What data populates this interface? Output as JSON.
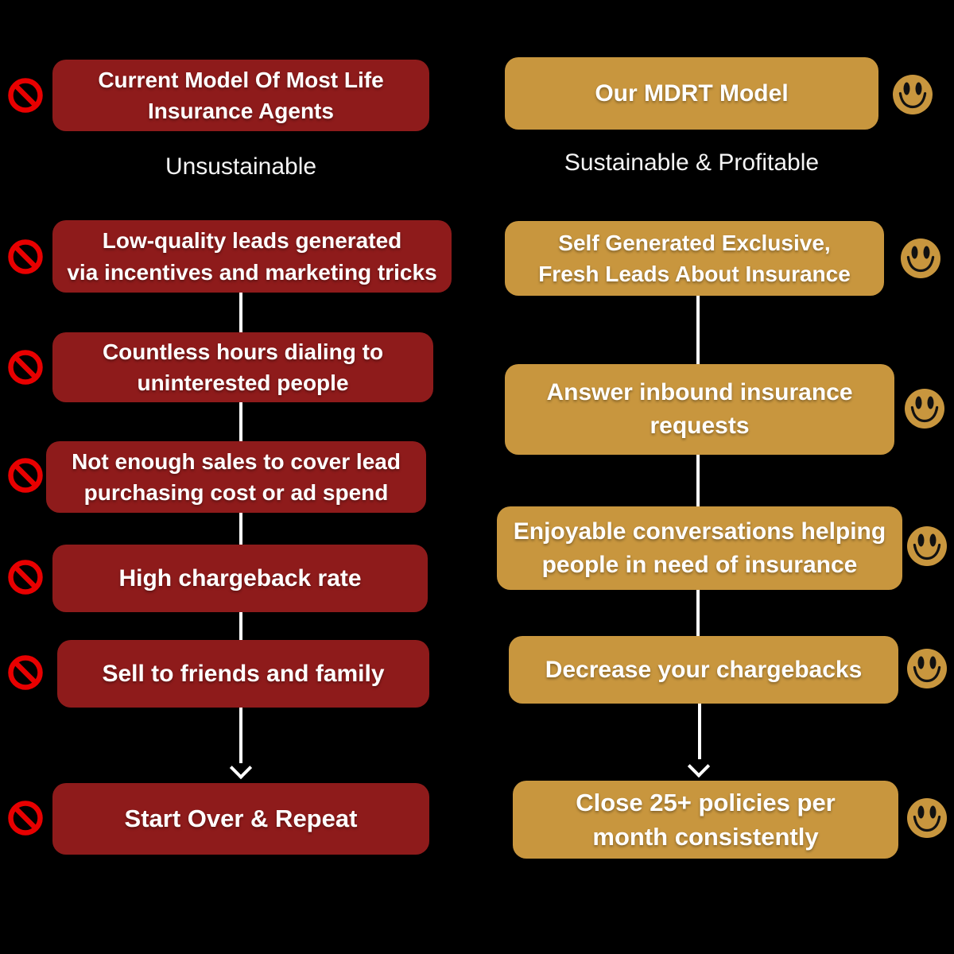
{
  "title": "Life insurance sales model comparison",
  "colors": {
    "background": "#000000",
    "bad_box": "#8E1B1B",
    "good_box": "#C8963E",
    "prohibition_red": "#E80000",
    "text": "#FFFFFF",
    "connector": "#FFFFFF"
  },
  "left_column": {
    "icon": "no-entry-icon",
    "header": "Current Model Of Most Life\nInsurance Agents",
    "subtitle": "Unsustainable",
    "boxes": [
      "Low-quality leads generated\nvia incentives and marketing tricks",
      "Countless hours dialing to\nuninterested people",
      "Not enough sales to cover lead\npurchasing cost or ad spend",
      "High chargeback rate",
      "Sell to friends and family",
      "Start Over & Repeat"
    ]
  },
  "right_column": {
    "icon": "smiley-icon",
    "header": "Our MDRT Model",
    "subtitle": "Sustainable & Profitable",
    "boxes": [
      "Self Generated Exclusive,\nFresh Leads About Insurance",
      "Answer inbound insurance\nrequests",
      "Enjoyable conversations helping\npeople in need of insurance",
      "Decrease your chargebacks",
      "Close 25+ policies per\nmonth consistently"
    ]
  }
}
